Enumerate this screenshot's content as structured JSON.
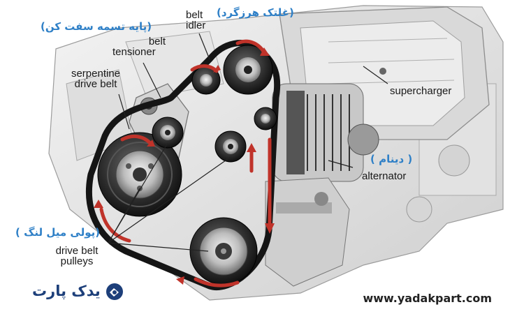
{
  "labels": {
    "belt_idler": [
      "belt",
      "idler"
    ],
    "belt_tensioner": [
      "belt",
      "tensioner"
    ],
    "serpentine_drive_belt": [
      "serpentine",
      "drive belt"
    ],
    "supercharger": "supercharger",
    "alternator": "alternator",
    "drive_belt_pulleys": [
      "drive belt",
      "pulleys"
    ]
  },
  "persian_labels": {
    "idler": "(غلتک هرزگرد)",
    "tensioner": "(پایه تسمه سفت کن)",
    "alternator": "( دینام )",
    "crank_pulley": "(پولی میل لنگ )"
  },
  "logo": {
    "text": "یدک پارت",
    "icon": "yadakpart-logo-icon"
  },
  "website": "www.yadakpart.com",
  "colors": {
    "persian_text": "#2f80c7",
    "arrow": "#c0332a",
    "logo": "#1d3f7a"
  }
}
